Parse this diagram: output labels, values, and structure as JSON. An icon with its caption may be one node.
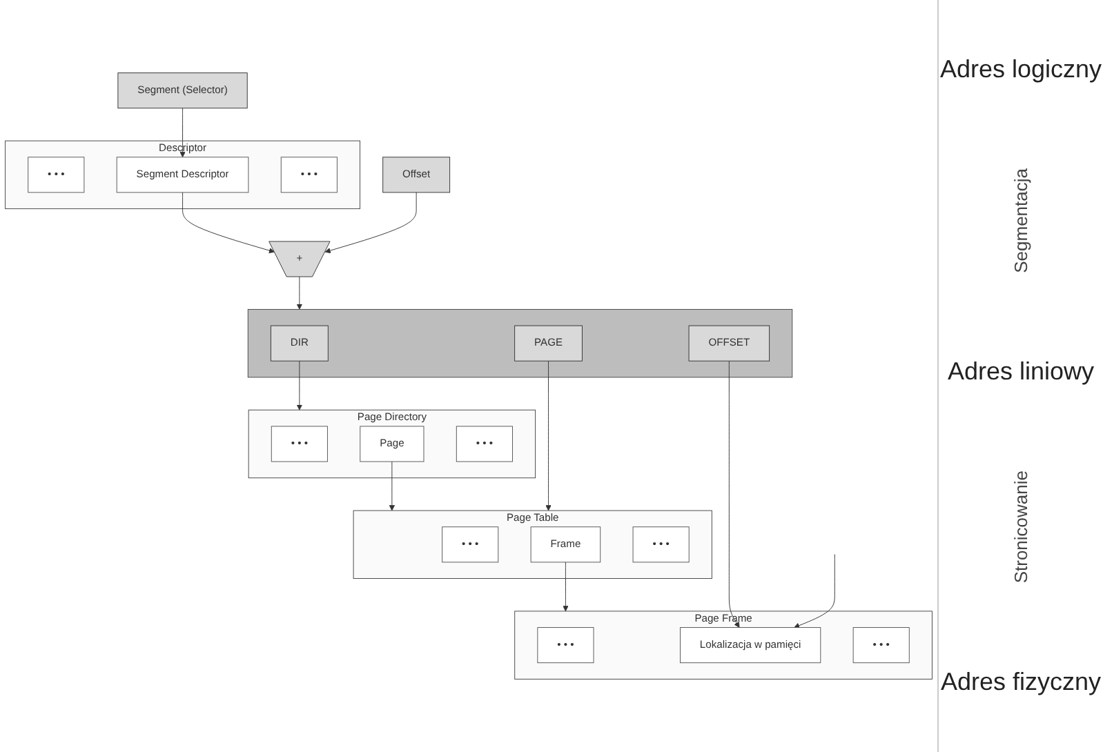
{
  "diagram": {
    "nodes": [
      {
        "text": [
          "Segment (Selector)"
        ]
      },
      {
        "text": [
          "Offset"
        ]
      },
      {
        "text": [
          "Descriptor"
        ]
      },
      {
        "text": [
          "• • •"
        ],
        "in": 2
      },
      {
        "text": [
          "Segment Descriptor"
        ],
        "in": 2
      },
      {
        "text": [
          "• • •"
        ],
        "in": 2
      },
      {
        "text": [
          "+"
        ]
      },
      {
        "text": [],
        "shape": "bar"
      },
      {
        "text": [
          "DIR"
        ],
        "in": 7
      },
      {
        "text": [
          "PAGE"
        ],
        "in": 7
      },
      {
        "text": [
          "OFFSET"
        ],
        "in": 7
      },
      {
        "text": [
          "Page Directory"
        ]
      },
      {
        "text": [
          "• • •"
        ],
        "in": 11
      },
      {
        "text": [
          "Page"
        ],
        "in": 11
      },
      {
        "text": [
          "• • •"
        ],
        "in": 11
      },
      {
        "text": [
          "Page Table"
        ]
      },
      {
        "text": [
          "• • •"
        ],
        "in": 15
      },
      {
        "text": [
          "Frame"
        ],
        "in": 15
      },
      {
        "text": [
          "• • •"
        ],
        "in": 15
      },
      {
        "text": [
          "Page Frame"
        ]
      },
      {
        "text": [
          "• • •"
        ],
        "in": 19
      },
      {
        "text": [
          "Lokalizacja w pamięci"
        ],
        "in": 19
      },
      {
        "text": [
          "• • •"
        ],
        "in": 19
      }
    ],
    "edges": [
      {
        "from": 0,
        "to": 4,
        "arrow": "to"
      },
      {
        "from": 4,
        "to": 6,
        "arrow": "to"
      },
      {
        "from": 1,
        "to": 6,
        "arrow": "to"
      },
      {
        "from": 6,
        "to": 7,
        "arrow": "to"
      },
      {
        "from": 8,
        "to": 11,
        "arrow": "to"
      },
      {
        "from": 13,
        "to": 15,
        "arrow": "to"
      },
      {
        "from": 9,
        "to": 15,
        "arrow": "to"
      },
      {
        "from": 17,
        "to": 19,
        "arrow": "to"
      },
      {
        "from": 10,
        "to": 21,
        "arrow": "to"
      },
      {
        "from": null,
        "to": 21,
        "arrow": "to"
      }
    ],
    "labels": [
      "Adres logiczny",
      "Segmentacja",
      "Adres liniowy",
      "Stronicowanie",
      "Adres fizyczny"
    ]
  }
}
